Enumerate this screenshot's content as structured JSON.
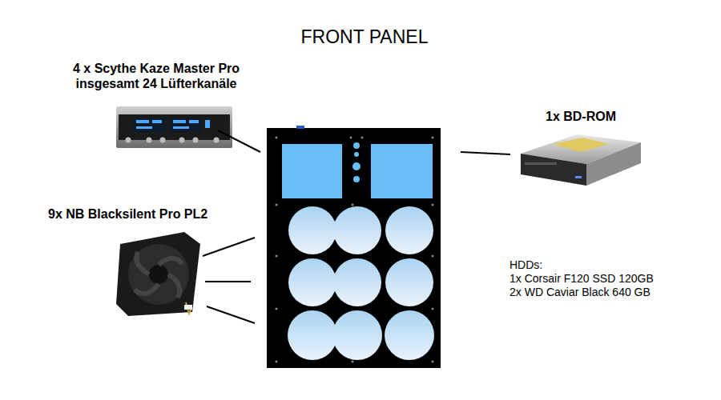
{
  "diagram": {
    "title": "FRONT PANEL",
    "labels": [
      "4 x Scythe Kaze Master Pro insgesamt 24 Lüfterkanäle",
      "9x NB Blacksilent Pro PL2",
      "1x BD-ROM",
      "HDDs:",
      "1x Corsair F120 SSD 120GB",
      "2x WD Caviar Black 640 GB"
    ]
  }
}
